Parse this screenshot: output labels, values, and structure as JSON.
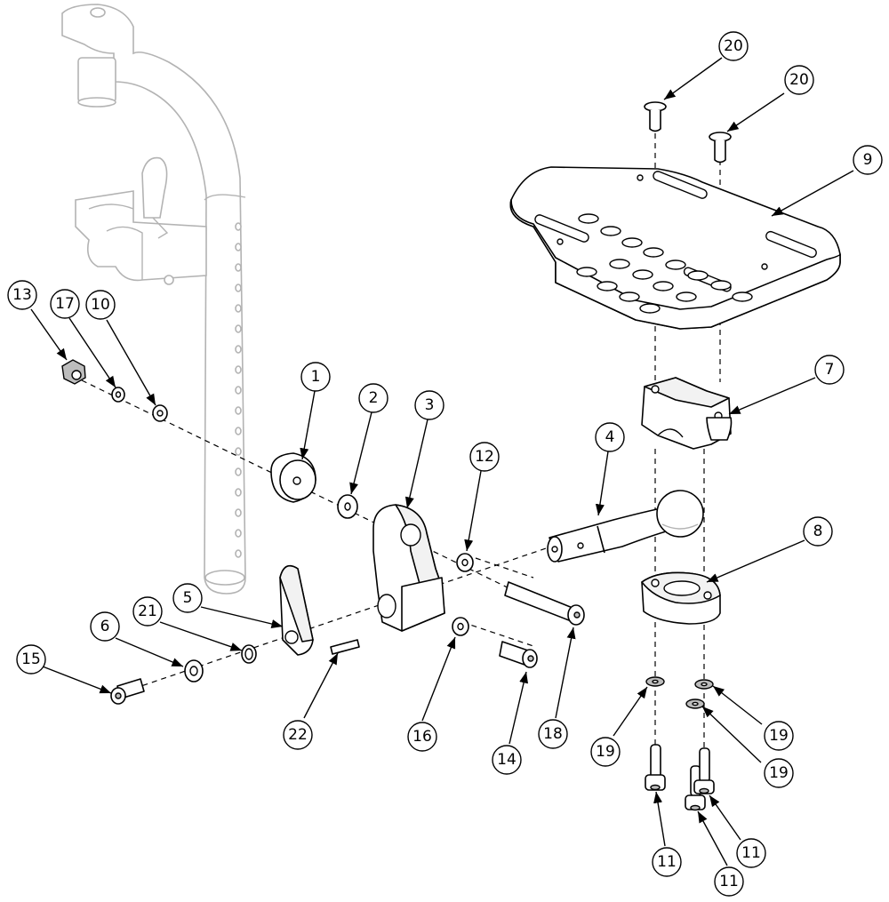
{
  "callouts": [
    {
      "id": "c1",
      "label": "1"
    },
    {
      "id": "c2",
      "label": "2"
    },
    {
      "id": "c3",
      "label": "3"
    },
    {
      "id": "c4",
      "label": "4"
    },
    {
      "id": "c5",
      "label": "5"
    },
    {
      "id": "c6",
      "label": "6"
    },
    {
      "id": "c7",
      "label": "7"
    },
    {
      "id": "c8",
      "label": "8"
    },
    {
      "id": "c9",
      "label": "9"
    },
    {
      "id": "c10",
      "label": "10"
    },
    {
      "id": "c11a",
      "label": "11"
    },
    {
      "id": "c11b",
      "label": "11"
    },
    {
      "id": "c11c",
      "label": "11"
    },
    {
      "id": "c12",
      "label": "12"
    },
    {
      "id": "c13",
      "label": "13"
    },
    {
      "id": "c14",
      "label": "14"
    },
    {
      "id": "c15",
      "label": "15"
    },
    {
      "id": "c16",
      "label": "16"
    },
    {
      "id": "c17",
      "label": "17"
    },
    {
      "id": "c18",
      "label": "18"
    },
    {
      "id": "c19a",
      "label": "19"
    },
    {
      "id": "c19b",
      "label": "19"
    },
    {
      "id": "c19c",
      "label": "19"
    },
    {
      "id": "c20a",
      "label": "20"
    },
    {
      "id": "c20b",
      "label": "20"
    },
    {
      "id": "c21",
      "label": "21"
    },
    {
      "id": "c22",
      "label": "22"
    }
  ]
}
